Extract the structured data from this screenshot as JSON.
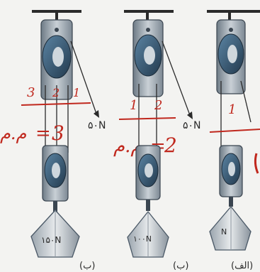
{
  "colors": {
    "ink": "#2a2a2a",
    "metal": "#8f9aa3",
    "metal_dark": "#4a5866",
    "wheel": "#3d5f78",
    "red": "#c0281e",
    "paper": "#f3f3f1"
  },
  "systems": [
    {
      "name": "system-b-three-ropes",
      "rope_numbers": [
        "3",
        "2",
        "1"
      ],
      "equation_left": "م.م",
      "equation_right": "3",
      "force_label": "۵۰N",
      "weight_label": "۱۵۰N",
      "caption": "(ب)"
    },
    {
      "name": "system-b-two-ropes",
      "rope_numbers": [
        "1",
        "2"
      ],
      "equation_left": "م.م",
      "equation_right": "2",
      "force_label": "۵۰N",
      "weight_label": "۱۰۰N",
      "caption": "(ب)"
    },
    {
      "name": "system-alef-one-rope",
      "rope_numbers": [
        "1"
      ],
      "equation_left": "",
      "equation_right": "",
      "force_label": "",
      "weight_label": "N",
      "caption": "(الف)"
    }
  ]
}
